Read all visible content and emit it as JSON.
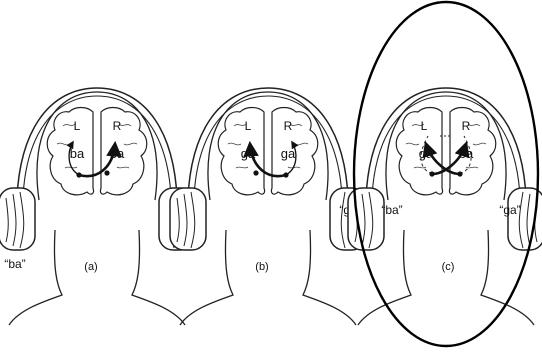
{
  "panels": [
    {
      "caption": "(a)",
      "left_hemisphere_letter": "L",
      "right_hemisphere_letter": "R",
      "left_hemisphere_percept": "ba",
      "right_hemisphere_percept": "ba",
      "left_ear_sound": "“ba”",
      "right_ear_sound": ""
    },
    {
      "caption": "(b)",
      "left_hemisphere_letter": "L",
      "right_hemisphere_letter": "R",
      "left_hemisphere_percept": "ga",
      "right_hemisphere_percept": "ga",
      "left_ear_sound": "",
      "right_ear_sound": "“ga”"
    },
    {
      "caption": "(c)",
      "left_hemisphere_letter": "L",
      "right_hemisphere_letter": "R",
      "left_hemisphere_percept": "ga",
      "right_hemisphere_percept": "ba",
      "left_ear_sound": "“ba”",
      "right_ear_sound": "“ga”"
    }
  ],
  "colors": {
    "line": "#222222",
    "highlight_ellipse": "#000000",
    "background": "#ffffff"
  }
}
